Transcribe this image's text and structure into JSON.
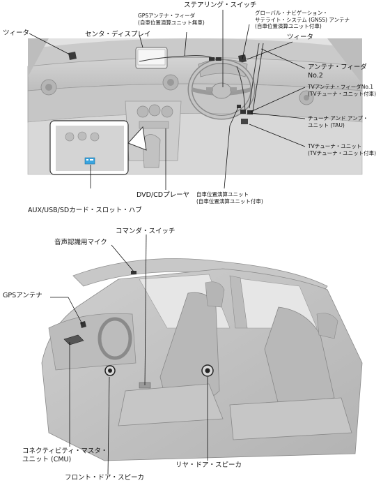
{
  "dashboard": {
    "labels": {
      "tweeter_left": "ツィータ",
      "center_display": "センタ・ディスプレイ",
      "gps_feeder_line1": "GPSアンテナ・フィーダ",
      "gps_feeder_line2": "(自車位置演算ユニット無車)",
      "steering_switch": "ステアリング・スイッチ",
      "gnss_line1": "グローバル・ナビゲーション・",
      "gnss_line2": "サテライト・システム (GNSS) アンテナ",
      "gnss_line3": "(自車位置演算ユニット付車)",
      "tweeter_right": "ツィータ",
      "antenna_feeder_line1": "アンテナ・フィーダ",
      "antenna_feeder_line2": "No.2",
      "tv_feeder_line1": "TVアンテナ・フィーダNo.1",
      "tv_feeder_line2": "(TVチューナ・ユニット付車)",
      "tuner_amp_line1": "チューナ アンド アンプ・",
      "tuner_amp_line2": "ユニット (TAU)",
      "tv_tuner_line1": "TVチューナ・ユニット",
      "tv_tuner_line2": "(TVチューナ・ユニット付車)",
      "dvd_player": "DVD/CDプレーヤ",
      "position_unit_line1": "自車位置演算ユニット",
      "position_unit_line2": "(自車位置演算ユニット付車)",
      "aux_hub": "AUX/USB/SDカード・スロット・ハブ"
    }
  },
  "cabin": {
    "labels": {
      "commander_switch": "コマンダ・スイッチ",
      "voice_mic": "音声認識用マイク",
      "gps_antenna": "GPSアンテナ",
      "cmu_line1": "コネクティビティ・マスタ・",
      "cmu_line2": "ユニット (CMU)",
      "rear_door_speaker": "リヤ・ドア・スピーカ",
      "front_door_speaker": "フロント・ドア・スピーカ"
    }
  }
}
